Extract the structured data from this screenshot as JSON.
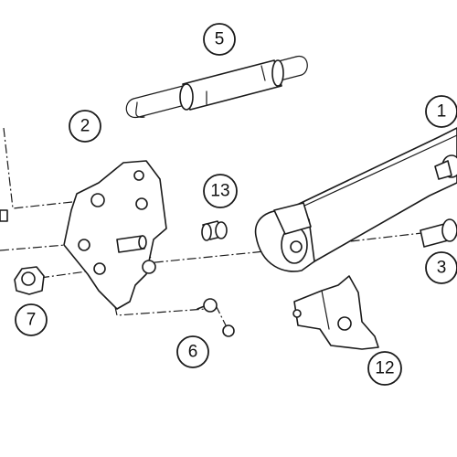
{
  "callouts": {
    "c1": "1",
    "c2": "2",
    "c3": "3",
    "c5": "5",
    "c6": "6",
    "c7": "7",
    "c12": "12",
    "c13": "13"
  }
}
